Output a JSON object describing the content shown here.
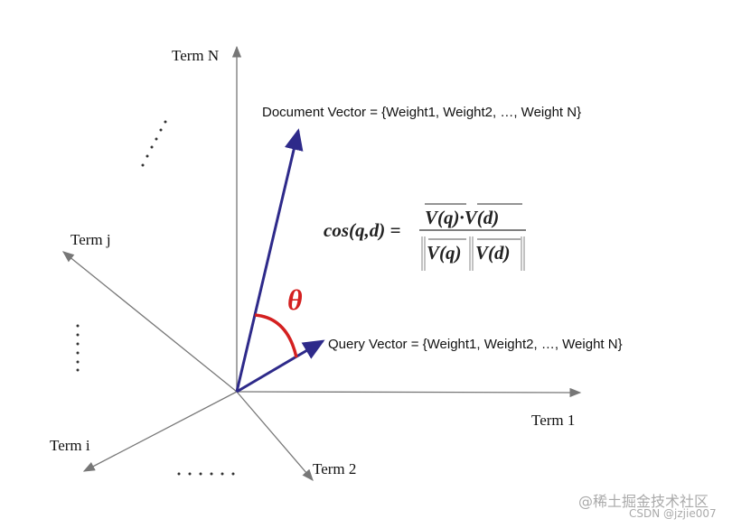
{
  "axes": {
    "term_n": "Term N",
    "term_j": "Term j",
    "term_i": "Term i",
    "term_1": "Term 1",
    "term_2": "Term 2"
  },
  "vectors": {
    "document": "Document Vector = {Weight1, Weight2, …, Weight N}",
    "query": "Query Vector = {Weight1, Weight2, …, Weight N}"
  },
  "angle_symbol": "θ",
  "formula": {
    "lhs": "cos(q,d) =",
    "numerator": "V(q)·V(d)",
    "denominator_left": "V(q)",
    "denominator_right": "V(d)"
  },
  "colors": {
    "vector": "#2e2a8a",
    "angle": "#d42020",
    "axis": "#777777"
  },
  "watermark": {
    "line1": "@稀土掘金技术社区",
    "line2": "CSDN @jzjie007"
  }
}
